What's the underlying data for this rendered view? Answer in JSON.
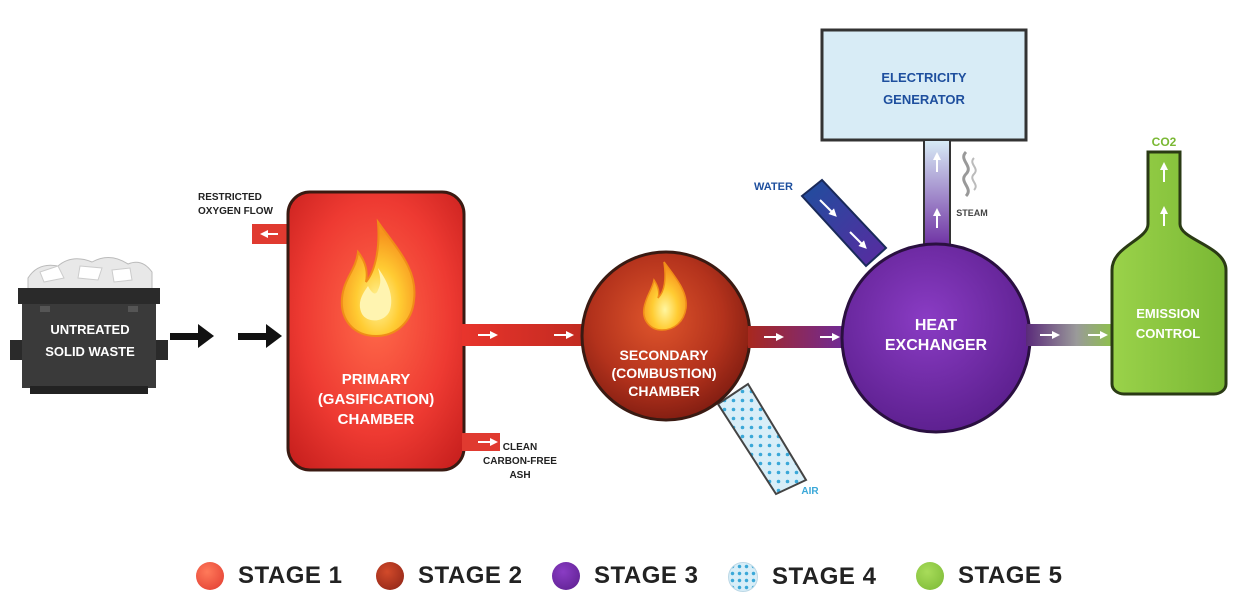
{
  "labels": {
    "waste": [
      "UNTREATED",
      "SOLID WASTE"
    ],
    "oxygen": [
      "RESTRICTED",
      "OXYGEN FLOW"
    ],
    "primary": [
      "PRIMARY",
      "(GASIFICATION)",
      "CHAMBER"
    ],
    "ash": [
      "CLEAN",
      "CARBON-FREE",
      "ASH"
    ],
    "secondary": [
      "SECONDARY",
      "(COMBUSTION)",
      "CHAMBER"
    ],
    "air": "AIR",
    "water": "WATER",
    "heat": [
      "HEAT",
      "EXCHANGER"
    ],
    "steam": "STEAM",
    "generator": [
      "ELECTRICITY",
      "GENERATOR"
    ],
    "co2": "CO2",
    "emission": [
      "EMISSION",
      "CONTROL"
    ]
  },
  "legend": [
    {
      "label": "STAGE 1",
      "color": "#e8403a"
    },
    {
      "label": "STAGE 2",
      "color": "#a8281a"
    },
    {
      "label": "STAGE 3",
      "color": "#6b2aa0"
    },
    {
      "label": "STAGE 4",
      "color": "#cdeaf6"
    },
    {
      "label": "STAGE 5",
      "color": "#8cc63f"
    }
  ],
  "icons": [
    "dumpster-icon",
    "flame-icon",
    "steam-icon",
    "arrow-icon"
  ]
}
